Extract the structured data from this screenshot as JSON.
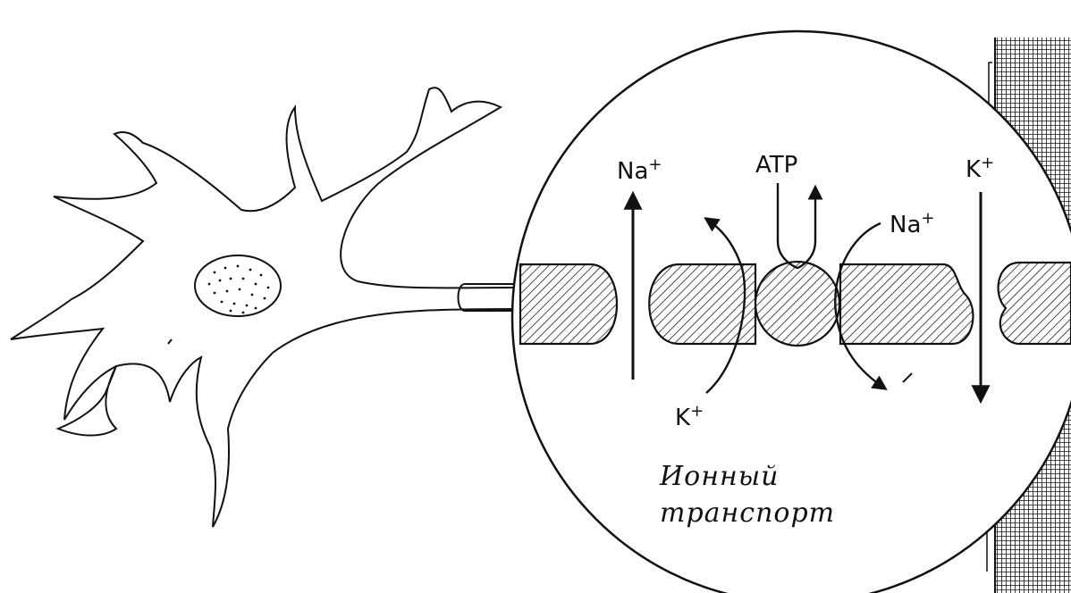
{
  "diagram": {
    "labels": {
      "na_left": "Na",
      "na_left_sup": "+",
      "atp": "ATP",
      "k_right": "K",
      "k_right_sup": "+",
      "na_mid": "Na",
      "na_mid_sup": "+",
      "k_bottom": "K",
      "k_bottom_sup": "+"
    },
    "caption": {
      "line1": "Ионный",
      "line2": "транспорт"
    }
  }
}
